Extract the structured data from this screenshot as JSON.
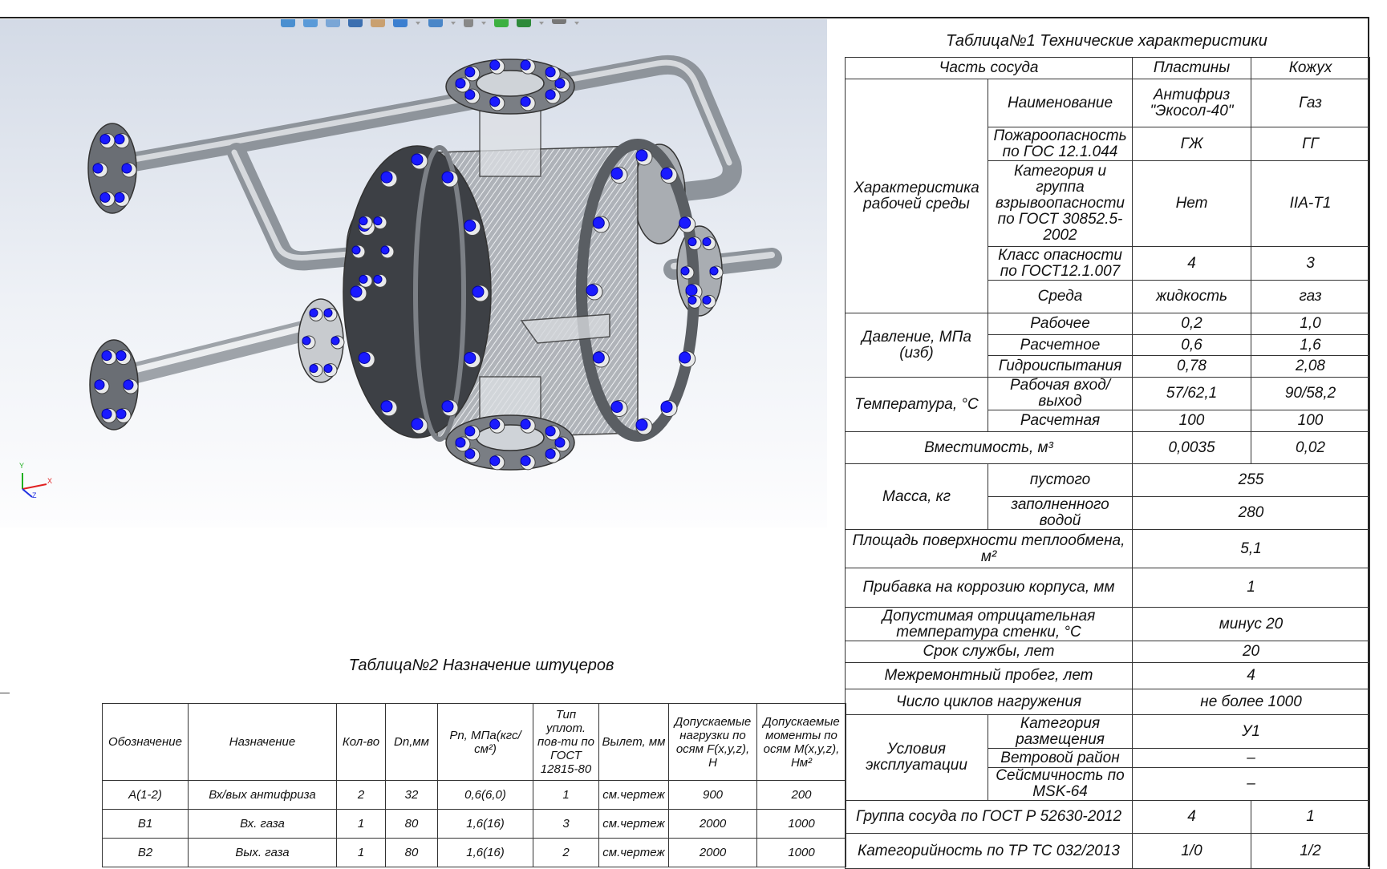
{
  "viewport": {
    "toolbar_icons": [
      "zoom-to-fit-icon",
      "zoom-area-icon",
      "previous-view-icon",
      "section-view-icon",
      "dynamic-annotation-icon",
      "view-orientation-icon",
      "display-style-icon",
      "hide-show-icon",
      "edit-appearance-icon",
      "apply-scene-icon",
      "view-settings-icon"
    ],
    "axis_labels": {
      "x": "X",
      "y": "Y",
      "z": "Z"
    },
    "colors": {
      "bolt": "#1a1aff",
      "pipe": "#9a9fa6",
      "cover": "#3d4045",
      "axis_x": "#e02020",
      "axis_y": "#20b020",
      "axis_z": "#2030e0"
    }
  },
  "table1": {
    "title": "Таблица№1 Технические характеристики",
    "rows": [
      [
        "Часть сосуда",
        "Пластины",
        "Кожух"
      ],
      [
        "Характеристика рабочей среды",
        "Наименование",
        "Антифриз \"Экосол-40\"",
        "Газ"
      ],
      [
        "Пожароопасность по ГОС 12.1.044",
        "ГЖ",
        "ГГ"
      ],
      [
        "Категория и группа взрывоопасности по ГОСТ 30852.5-2002",
        "Нет",
        "IIA-T1"
      ],
      [
        "Класс опасности по ГОСТ12.1.007",
        "4",
        "3"
      ],
      [
        "Среда",
        "жидкость",
        "газ"
      ],
      [
        "Давление, МПа (изб)",
        "Рабочее",
        "0,2",
        "1,0"
      ],
      [
        "Расчетное",
        "0,6",
        "1,6"
      ],
      [
        "Гидроиспытания",
        "0,78",
        "2,08"
      ],
      [
        "Температура, °С",
        "Рабочая вход/выход",
        "57/62,1",
        "90/58,2"
      ],
      [
        "Расчетная",
        "100",
        "100"
      ],
      [
        "Вместимость, м³",
        "0,0035",
        "0,02"
      ],
      [
        "Масса, кг",
        "пустого",
        "255"
      ],
      [
        "заполненного водой",
        "280"
      ],
      [
        "Площадь поверхности теплообмена, м²",
        "5,1"
      ],
      [
        "Прибавка на коррозию корпуса, мм",
        "1"
      ],
      [
        "Допустимая отрицательная температура стенки, °С",
        "минус 20"
      ],
      [
        "Срок службы, лет",
        "20"
      ],
      [
        "Межремонтный пробег, лет",
        "4"
      ],
      [
        "Число циклов нагружения",
        "не более 1000"
      ],
      [
        "Условия эксплуатации",
        "Категория размещения",
        "У1"
      ],
      [
        "Ветровой район",
        "–"
      ],
      [
        "Сейсмичность по MSK-64",
        "–"
      ],
      [
        "Группа сосуда по ГОСТ Р 52630-2012",
        "4",
        "1"
      ],
      [
        "Категорийность по ТР ТС 032/2013",
        "1/0",
        "1/2"
      ]
    ]
  },
  "table2": {
    "title": "Таблица№2 Назначение штуцеров",
    "rows": [
      [
        "Обозначение",
        "Назначение",
        "Кол-во",
        "Dn,мм",
        "Рn, МПа(кгс/см²)",
        "Тип уплот. пов-ти по ГОСТ 12815-80",
        "Вылет, мм",
        "Допускаемые нагрузки по осям F(x,y,z), Н",
        "Допускаемые моменты по осям M(x,y,z), Нм²"
      ],
      [
        "A(1-2)",
        "Вх/вых антифриза",
        "2",
        "32",
        "0,6(6,0)",
        "1",
        "см.чертеж",
        "900",
        "200"
      ],
      [
        "B1",
        "Вх. газа",
        "1",
        "80",
        "1,6(16)",
        "3",
        "см.чертеж",
        "2000",
        "1000"
      ],
      [
        "B2",
        "Вых. газа",
        "1",
        "80",
        "1,6(16)",
        "2",
        "см.чертеж",
        "2000",
        "1000"
      ]
    ]
  }
}
